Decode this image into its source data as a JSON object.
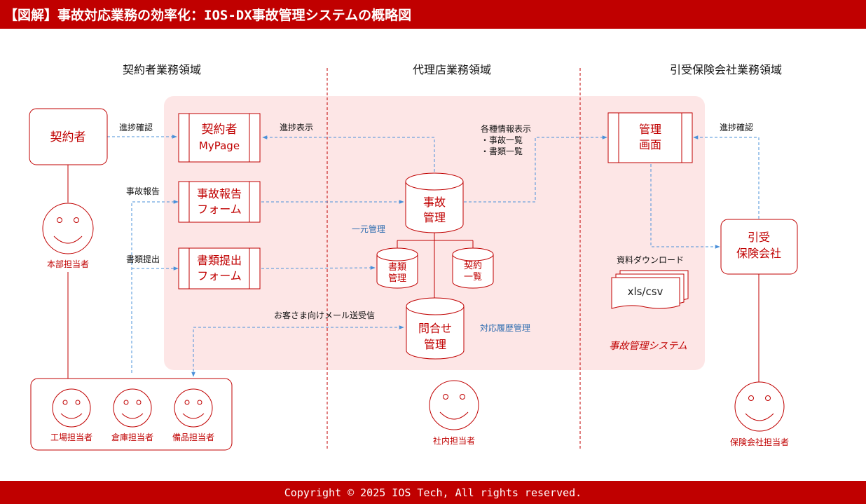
{
  "header": {
    "title": "【図解】事故対応業務の効率化：IOS-DX事故管理システムの概略図"
  },
  "footer": {
    "copyright": "Copyright © 2025 IOS Tech, All rights reserved."
  },
  "colors": {
    "brand": "#c00000",
    "node_border": "#c00000",
    "system_area": "#fde6e6",
    "arrow": "#4a90d9",
    "label_blue": "#2e6db0"
  },
  "regions": {
    "contractor": "契約者業務領域",
    "agency": "代理店業務領域",
    "insurer": "引受保険会社業務領域"
  },
  "system_label": "事故管理システム",
  "nodes": {
    "contractor": "契約者",
    "mypage_line1": "契約者",
    "mypage_line2": "MyPage",
    "accident_form_line1": "事故報告",
    "accident_form_line2": "フォーム",
    "document_form_line1": "書類提出",
    "document_form_line2": "フォーム",
    "accident_db_line1": "事故",
    "accident_db_line2": "管理",
    "doc_db_line1": "書類",
    "doc_db_line2": "管理",
    "contract_db_line1": "契約",
    "contract_db_line2": "一覧",
    "inquiry_db_line1": "問合せ",
    "inquiry_db_line2": "管理",
    "admin_line1": "管理",
    "admin_line2": "画面",
    "insurer_line1": "引受",
    "insurer_line2": "保険会社",
    "file": "xls/csv"
  },
  "people": {
    "hq": "本部担当者",
    "factory": "工場担当者",
    "warehouse": "倉庫担当者",
    "equipment": "備品担当者",
    "staff": "社内担当者",
    "insurer_staff": "保険会社担当者"
  },
  "arrow_labels": {
    "progress_check_left": "進捗確認",
    "progress_display": "進捗表示",
    "accident_report": "事故報告",
    "document_submit": "書類提出",
    "info_display": "各種情報表示",
    "info_item1": "・事故一覧",
    "info_item2": "・書類一覧",
    "progress_check_right": "進捗確認",
    "email": "お客さま向けメール送受信",
    "download": "資料ダウンロード"
  },
  "annotations": {
    "unified": "一元管理",
    "history": "対応履歴管理"
  }
}
